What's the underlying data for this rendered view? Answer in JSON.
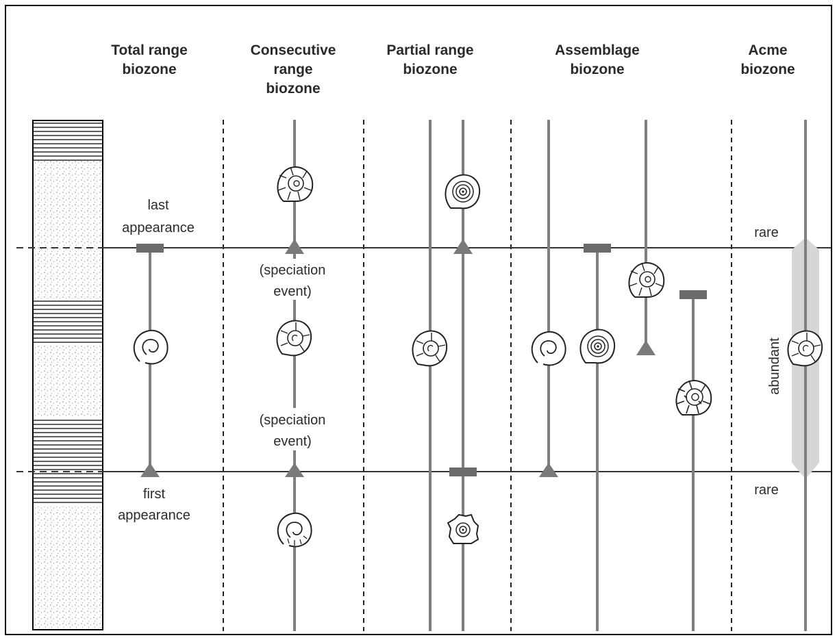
{
  "columns": [
    {
      "id": "total-range",
      "lines": [
        "Total range",
        "biozone"
      ]
    },
    {
      "id": "consecutive-range",
      "lines": [
        "Consecutive",
        "range",
        "biozone"
      ]
    },
    {
      "id": "partial-range",
      "lines": [
        "Partial range",
        "biozone"
      ]
    },
    {
      "id": "assemblage",
      "lines": [
        "Assemblage",
        "biozone"
      ]
    },
    {
      "id": "acme",
      "lines": [
        "Acme",
        "biozone"
      ]
    }
  ],
  "labels": {
    "last_appearance": [
      "last",
      "appearance"
    ],
    "first_appearance": [
      "first",
      "appearance"
    ],
    "speciation_event_upper": [
      "(speciation",
      "event)"
    ],
    "speciation_event_lower": [
      "(speciation",
      "event)"
    ],
    "rare_top": "rare",
    "rare_bottom": "rare",
    "abundant": "abundant"
  },
  "lithology": [
    "laminated",
    "sandstone",
    "sandstone",
    "laminated",
    "sandstone",
    "laminated",
    "sandstone"
  ],
  "colors": {
    "range_line": "#7f7f7f",
    "marker": "#6b6b6b",
    "acme_band": "#d6d6d6",
    "boundary": "#333333"
  },
  "icons": {
    "fossil_types": [
      "ammonite-ribbed-icon",
      "spiral-smooth-icon",
      "spiral-coiled-icon",
      "spiral-tubercle-icon",
      "gastropod-icon"
    ]
  }
}
